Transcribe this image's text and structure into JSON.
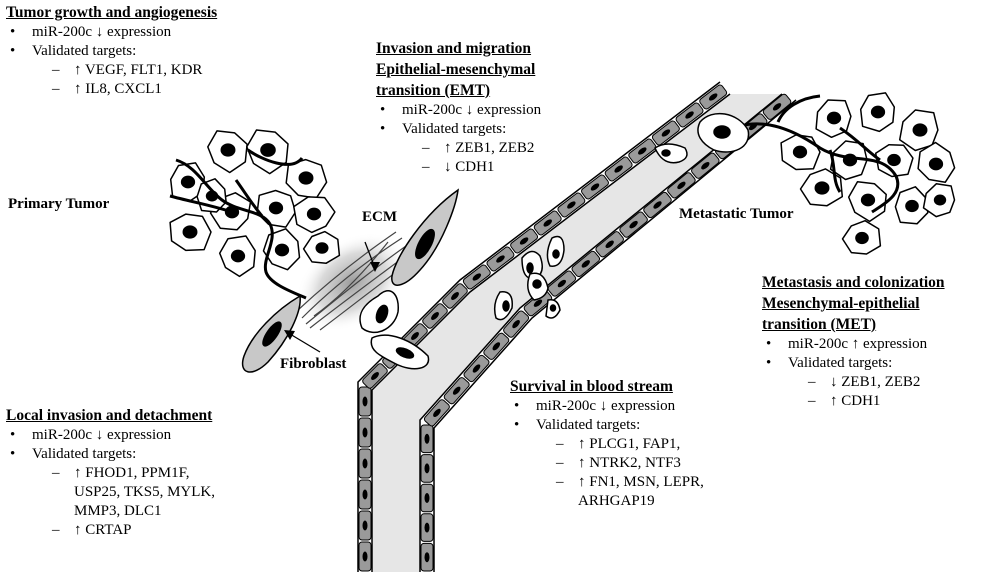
{
  "labels": {
    "primary_tumor": "Primary Tumor",
    "metastatic_tumor": "Metastatic Tumor",
    "ecm": "ECM",
    "fibroblast": "Fibroblast"
  },
  "blocks": {
    "tumor_growth": {
      "heading": "Tumor growth and angiogenesis",
      "expression": "miR-200c ↓ expression",
      "targets_label": "Validated targets:",
      "targets": [
        "↑ VEGF, FLT1, KDR",
        "↑ IL8, CXCL1"
      ]
    },
    "invasion_migration": {
      "heading1": "Invasion and migration",
      "heading2": "Epithelial-mesenchymal",
      "heading3": "transition (EMT)",
      "expression": "miR-200c ↓ expression",
      "targets_label": "Validated targets:",
      "targets": [
        "↑ ZEB1, ZEB2",
        "↓ CDH1"
      ]
    },
    "local_invasion": {
      "heading": "Local invasion and detachment",
      "expression": "miR-200c ↓ expression",
      "targets_label": "Validated targets:",
      "target1_line1": "↑ FHOD1, PPM1F,",
      "target1_line2": "USP25, TKS5, MYLK,",
      "target1_line3": "MMP3, DLC1",
      "target2": "↑ CRTAP"
    },
    "survival": {
      "heading": "Survival in blood stream",
      "expression": "miR-200c ↓ expression",
      "targets_label": "Validated targets:",
      "target1": "↑ PLCG1, FAP1,",
      "target2": "↑ NTRK2, NTF3",
      "target3_line1": "↑ FN1, MSN, LEPR,",
      "target3_line2": "ARHGAP19"
    },
    "metastasis": {
      "heading1": "Metastasis and colonization",
      "heading2": "Mesenchymal-epithelial",
      "heading3": "transition (MET)",
      "expression": "miR-200c ↑ expression",
      "targets_label": "Validated targets:",
      "targets": [
        "↓ ZEB1, ZEB2",
        "↑ CDH1"
      ]
    }
  }
}
